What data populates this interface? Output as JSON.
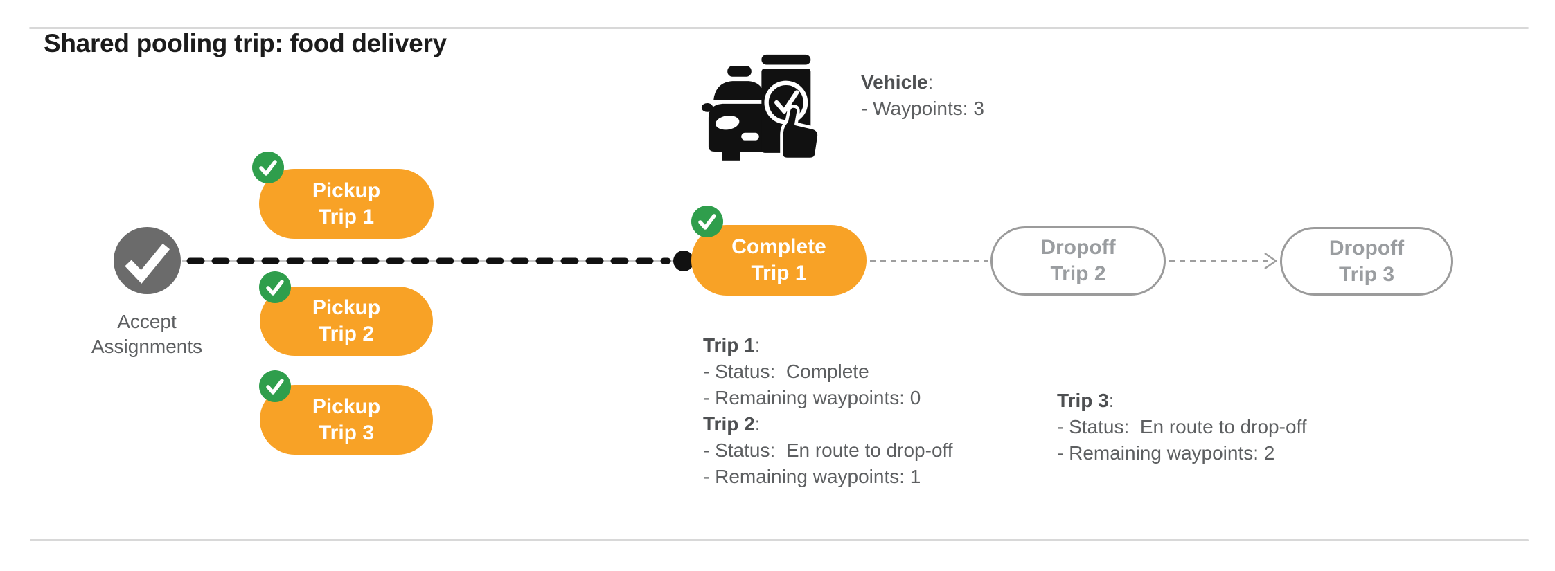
{
  "title": "Shared pooling trip: food delivery",
  "vehicle": {
    "heading": "Vehicle",
    "colon": ":",
    "waypoints_line": "- Waypoints: 3"
  },
  "flow": {
    "accept": {
      "line1": "Accept",
      "line2": "Assignments"
    },
    "pickups": [
      {
        "line1": "Pickup",
        "line2": "Trip 1"
      },
      {
        "line1": "Pickup",
        "line2": "Trip 2"
      },
      {
        "line1": "Pickup",
        "line2": "Trip 3"
      }
    ],
    "complete": {
      "line1": "Complete",
      "line2": "Trip 1"
    },
    "dropoffs": [
      {
        "line1": "Dropoff",
        "line2": "Trip 2"
      },
      {
        "line1": "Dropoff",
        "line2": "Trip 3"
      }
    ]
  },
  "status_blocks": [
    {
      "entries": [
        {
          "heading": "Trip 1",
          "colon": ":",
          "lines": [
            "- Status:  Complete",
            "- Remaining waypoints: 0"
          ]
        },
        {
          "heading": "Trip 2",
          "colon": ":",
          "lines": [
            "- Status:  En route to drop-off",
            "- Remaining waypoints: 1"
          ]
        }
      ]
    },
    {
      "entries": [
        {
          "heading": "Trip 3",
          "colon": ":",
          "lines": [
            "- Status:  En route to drop-off",
            "- Remaining waypoints: 2"
          ]
        }
      ]
    }
  ],
  "icons": {
    "vehicle_icon": "car-with-phone-checkmark",
    "accept_icon": "checkmark",
    "badge_icon": "checkmark",
    "arrow_icon": "arrow-right"
  },
  "colors": {
    "accent_orange": "#F8A226",
    "badge_green": "#2F9E4C",
    "node_gray": "#6B6B6B",
    "outline_gray": "#9B9B9B",
    "outline_text": "#9A9DA0",
    "text_gray": "#5D5F61",
    "heading_gray": "#4E5052",
    "title_black": "#1C1C1C",
    "line_black": "#111111",
    "underlay_gray": "#C6C6C6",
    "dash_gray": "#9E9E9E",
    "rule_gray": "#D8D8D8"
  }
}
